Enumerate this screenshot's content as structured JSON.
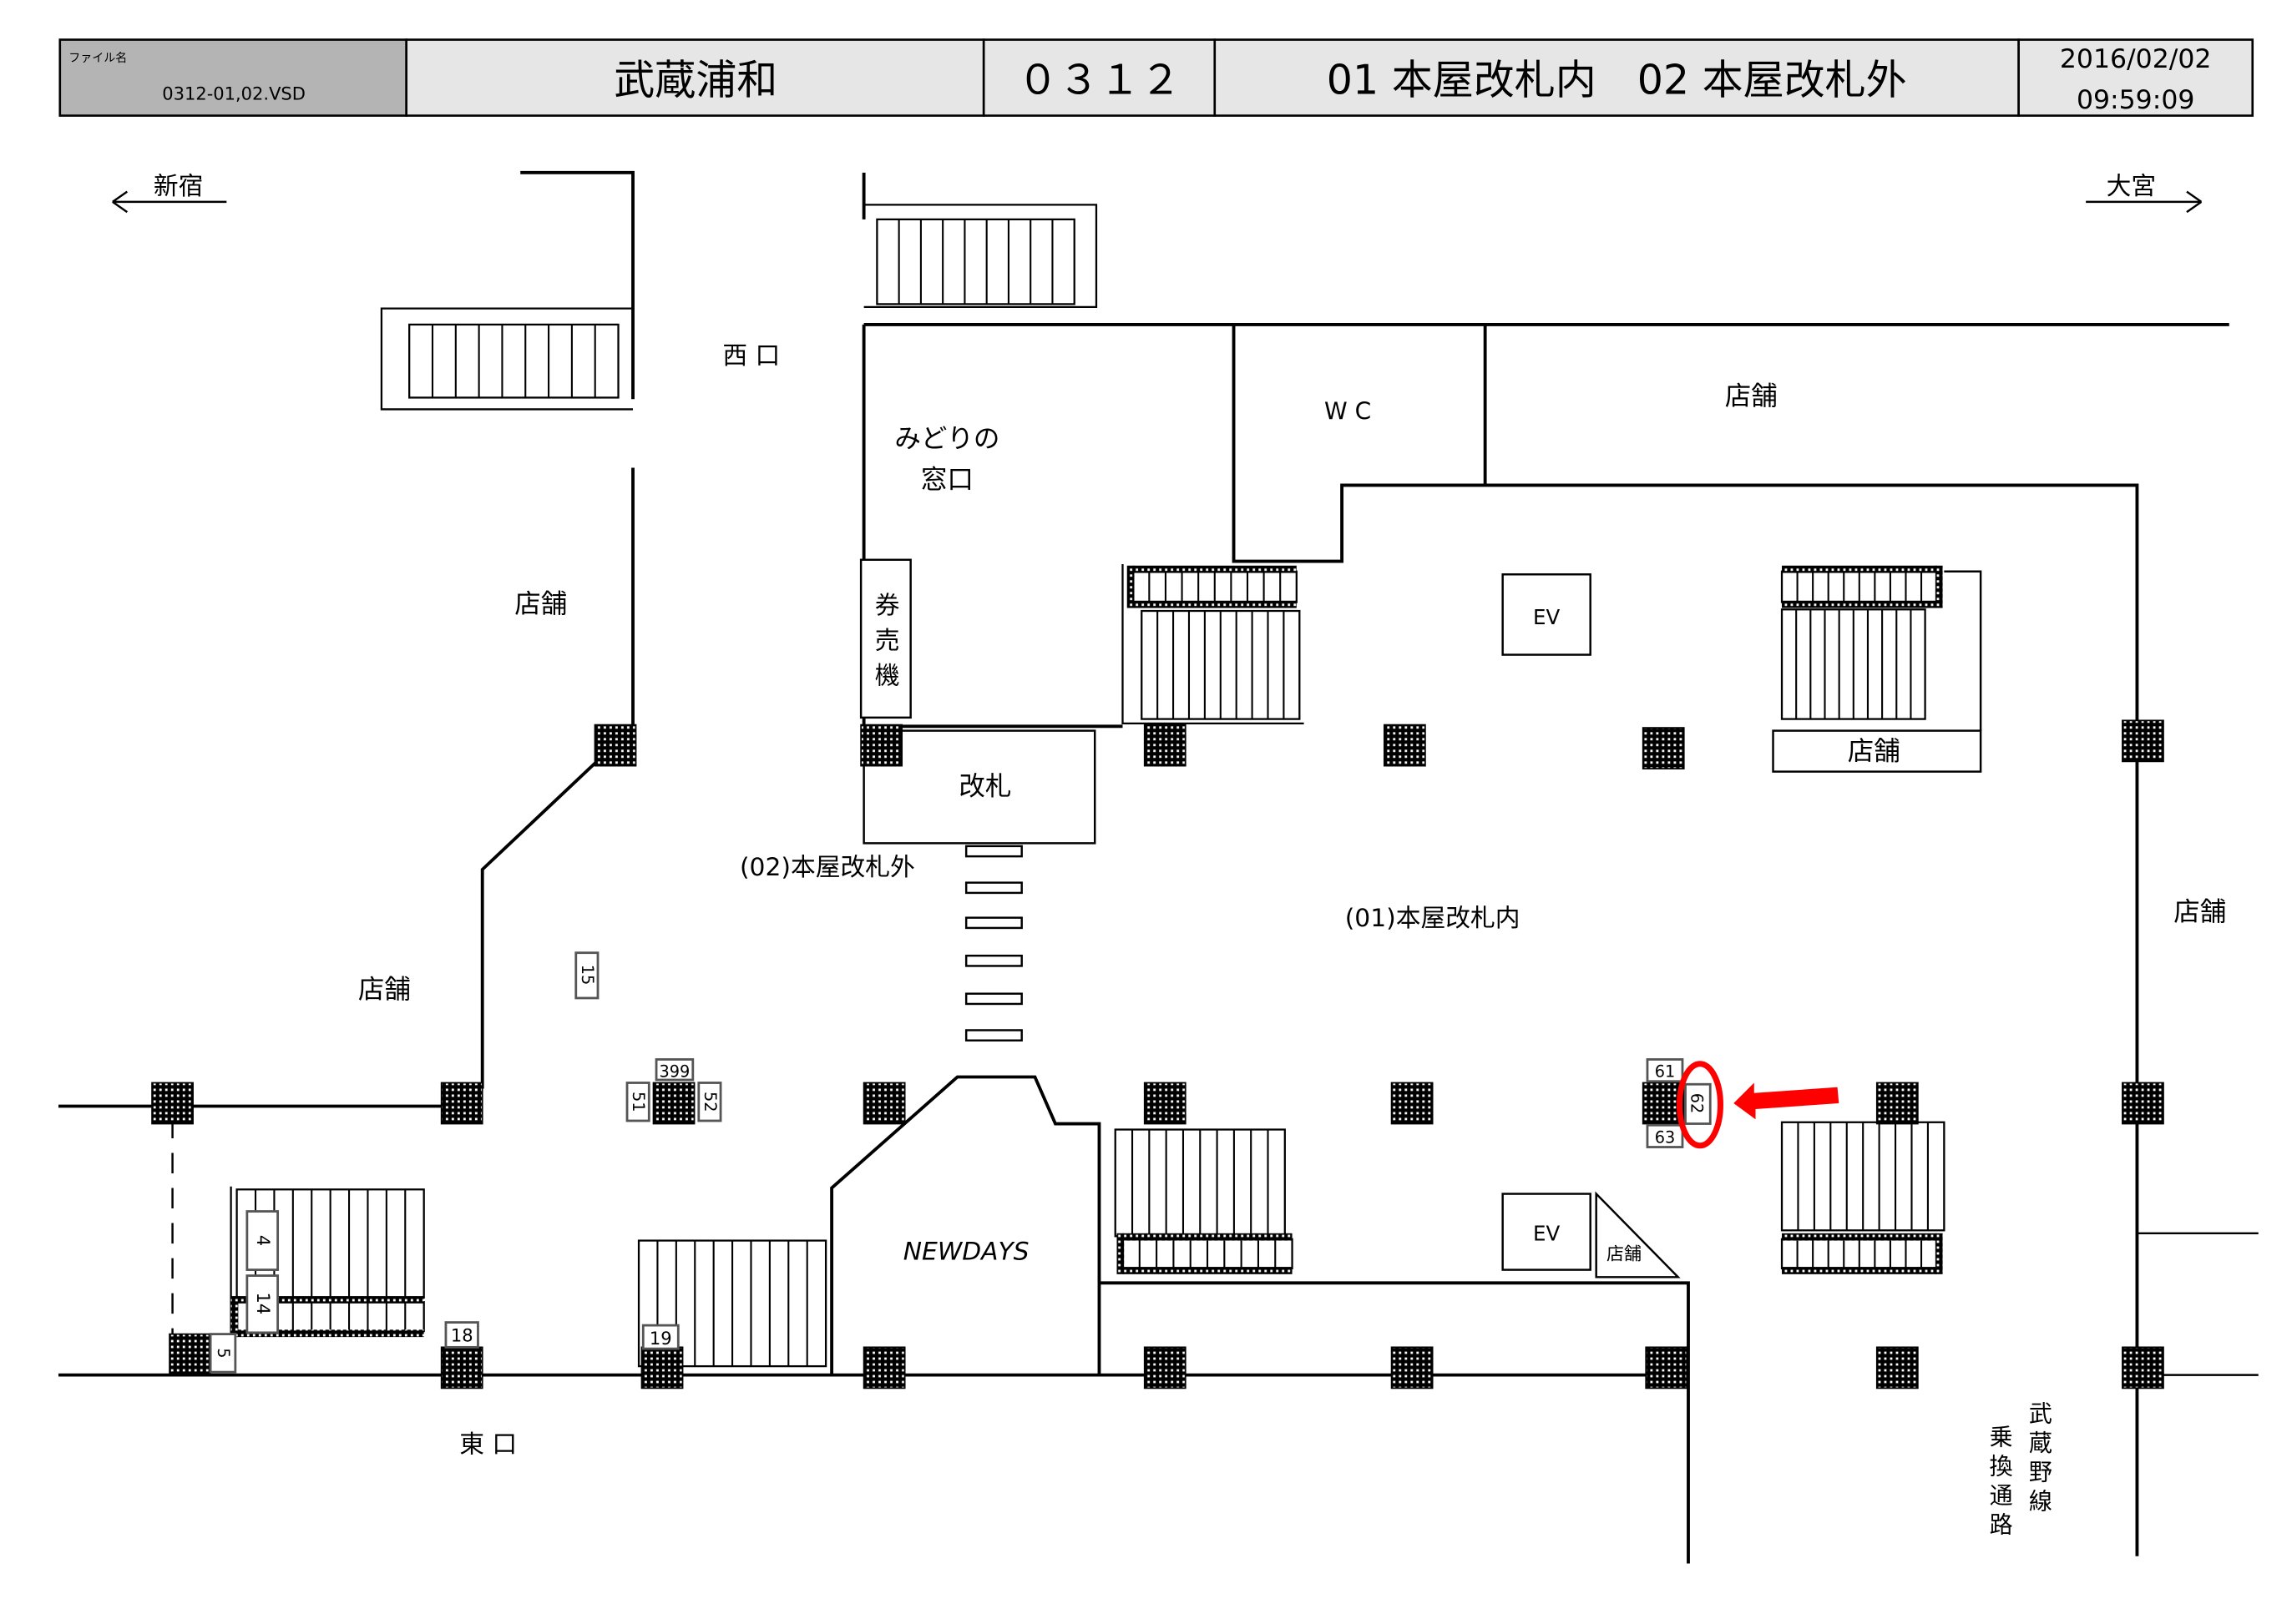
{
  "header": {
    "file_label": "ファイル名",
    "file_name": "0312-01,02.VSD",
    "station_name": "武蔵浦和",
    "station_code": "０３１２",
    "areas_title": "01 本屋改札内　02 本屋改札外",
    "date": "2016/02/02",
    "time": "09:59:09"
  },
  "directions": {
    "left": "新宿",
    "right": "大宮"
  },
  "labels": {
    "west_exit": "西 口",
    "east_exit": "東 口",
    "midori": [
      "みどりの",
      "窓口"
    ],
    "ticket_machine": [
      "券",
      "売",
      "機"
    ],
    "wc": "W C",
    "gate": "改札",
    "area_outside": "(02)本屋改札外",
    "area_inside": "(01)本屋改札内",
    "newdays": "NEWDAYS",
    "ev": "EV",
    "shop": "店舗",
    "musashino_transfer_col1": [
      "武",
      "蔵",
      "野",
      "線"
    ],
    "musashino_transfer_col2": [
      "乗",
      "換",
      "通",
      "路"
    ]
  },
  "ad_tags": [
    {
      "id": "399"
    },
    {
      "id": "51"
    },
    {
      "id": "52"
    },
    {
      "id": "15"
    },
    {
      "id": "4"
    },
    {
      "id": "14"
    },
    {
      "id": "5"
    },
    {
      "id": "18"
    },
    {
      "id": "19"
    },
    {
      "id": "61"
    },
    {
      "id": "62"
    },
    {
      "id": "63"
    }
  ],
  "highlight": {
    "target_tag": "62",
    "color": "#ff0000"
  },
  "colors": {
    "header_gray": "#b4b4b4",
    "header_light": "#e6e6e6",
    "highlight": "#ff0000"
  }
}
